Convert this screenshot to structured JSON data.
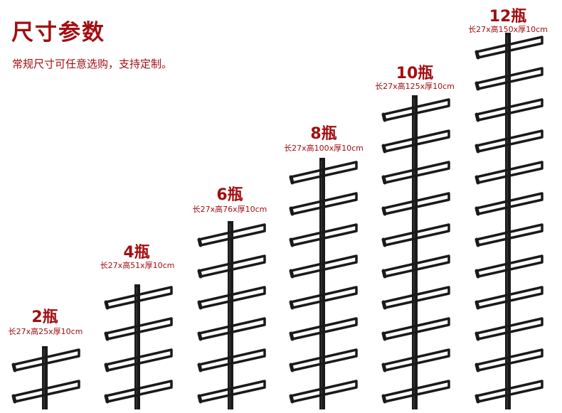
{
  "header": {
    "title": "尺寸参数",
    "subtitle": "常规尺寸可任意选购，支持定制。"
  },
  "accent_color": "#a30d11",
  "rack_color": "#1a1a1a",
  "racks": [
    {
      "count_label": "2瓶",
      "dims_label": "长27x高25x厚10cm",
      "bottles": 2
    },
    {
      "count_label": "4瓶",
      "dims_label": "长27x高51x厚10cm",
      "bottles": 4
    },
    {
      "count_label": "6瓶",
      "dims_label": "长27x高76x厚10cm",
      "bottles": 6
    },
    {
      "count_label": "8瓶",
      "dims_label": "长27x高100x厚10cm",
      "bottles": 8
    },
    {
      "count_label": "10瓶",
      "dims_label": "长27x高125x厚10cm",
      "bottles": 10
    },
    {
      "count_label": "12瓶",
      "dims_label": "长27x高150x厚10cm",
      "bottles": 12
    }
  ]
}
